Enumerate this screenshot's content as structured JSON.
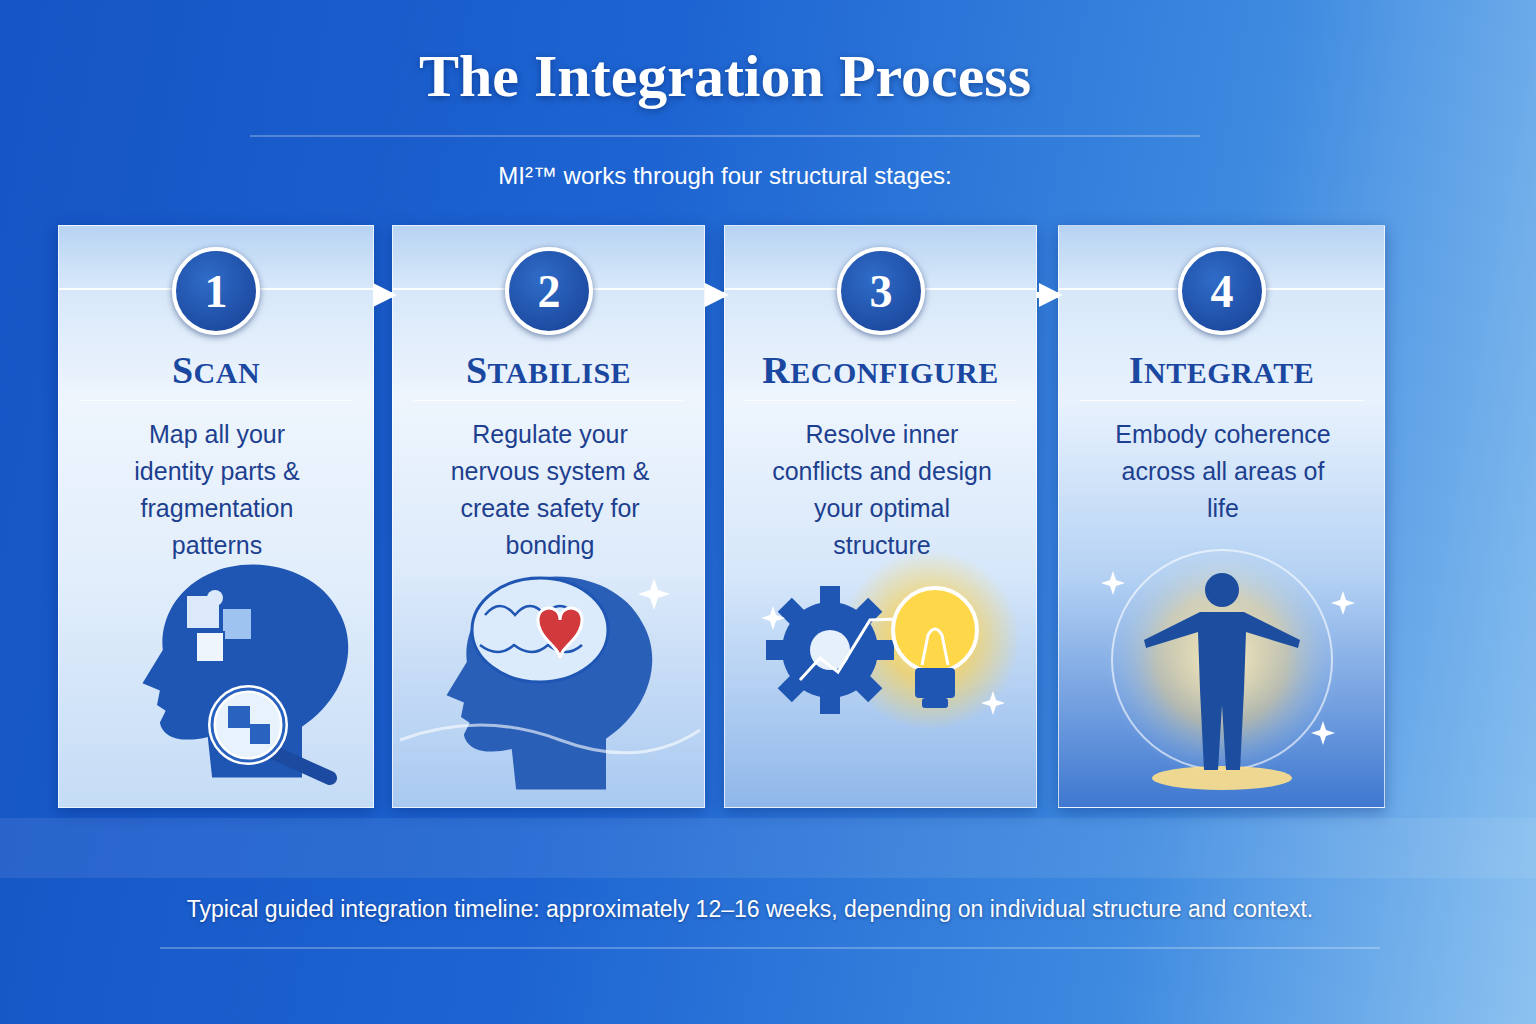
{
  "diagram": {
    "title": "The Integration Process",
    "caption": "Typical guided integration timeline: approximately 12–16 weeks, depending on individual structure and context.",
    "nodes": [
      {
        "text": [
          "SCAN",
          "Map all your identity parts & fragmentation patterns"
        ]
      },
      {
        "text": [
          "1"
        ],
        "in": 0
      },
      {
        "text": [
          "STABILISE",
          "Regulate your nervous system & create safety for bonding"
        ]
      },
      {
        "text": [
          "2"
        ],
        "in": 2
      },
      {
        "text": [
          "RECONFIGURE",
          "Resolve inner conflicts and design your optimal structure"
        ]
      },
      {
        "text": [
          "3"
        ],
        "in": 4
      },
      {
        "text": [
          "INTEGRATE",
          "Embody coherence across all areas of life"
        ]
      },
      {
        "text": [
          "4"
        ],
        "in": 6
      }
    ],
    "edges": [
      {
        "from": 0,
        "to": 2,
        "arrow": "to"
      },
      {
        "from": 2,
        "to": 4,
        "arrow": "to"
      },
      {
        "from": 4,
        "to": 6,
        "arrow": "to"
      }
    ],
    "labels": [
      "MI²™ works through four structural stages:"
    ]
  }
}
